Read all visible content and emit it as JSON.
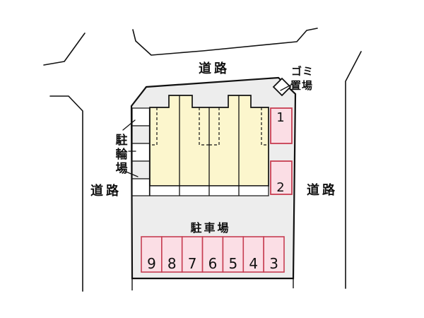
{
  "roads": {
    "top_label": "道路",
    "left_label": "道路",
    "right_label": "道路"
  },
  "garbage_area": {
    "label_line1": "ゴミ",
    "label_line2": "置場"
  },
  "bicycle_parking": {
    "label": "駐輪場",
    "chars": [
      "駐",
      "輪",
      "場"
    ]
  },
  "parking_lot": {
    "label": "駐車場",
    "spaces": [
      "9",
      "8",
      "7",
      "6",
      "5",
      "4",
      "3"
    ]
  },
  "parking_spaces_right": [
    {
      "number": "1"
    },
    {
      "number": "2"
    }
  ],
  "building": {
    "unit_count": 4
  },
  "colors": {
    "site_fill": "#ededed",
    "building_fill": "#fcf6cd",
    "parking_fill": "#fbdee5",
    "parking_border": "#c73e52",
    "line": "#111111"
  }
}
